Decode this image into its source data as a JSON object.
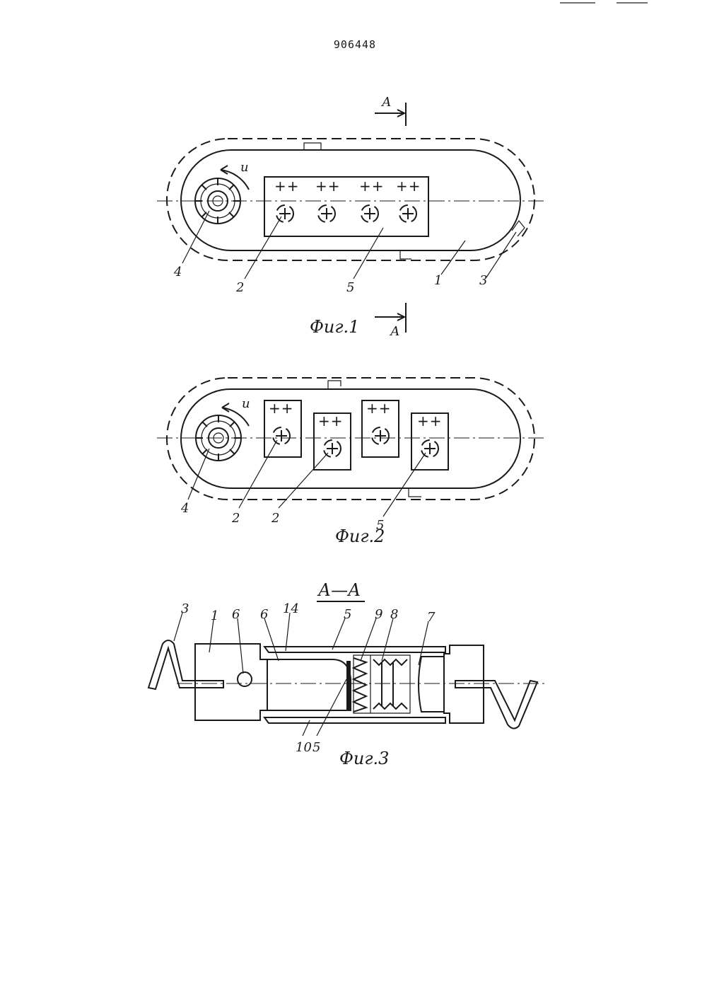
{
  "document": {
    "patent_number": "906448"
  },
  "fig1": {
    "caption": "Фиг.1",
    "section_marker_top": "А",
    "section_marker_bottom": "А",
    "rotation_label": "u",
    "plus_row": "++",
    "labels": [
      "4",
      "2",
      "5",
      "1",
      "3"
    ]
  },
  "fig2": {
    "caption": "Фиг.2",
    "rotation_label": "u",
    "plus_row": "++",
    "labels": [
      "4",
      "2",
      "2",
      "5"
    ]
  },
  "fig3": {
    "caption": "Фиг.3",
    "section_title": "А—А",
    "labels_top": [
      "3",
      "1",
      "6",
      "6",
      "14",
      "5",
      "9",
      "8",
      "7"
    ],
    "labels_bottom": [
      "10",
      "5"
    ]
  }
}
